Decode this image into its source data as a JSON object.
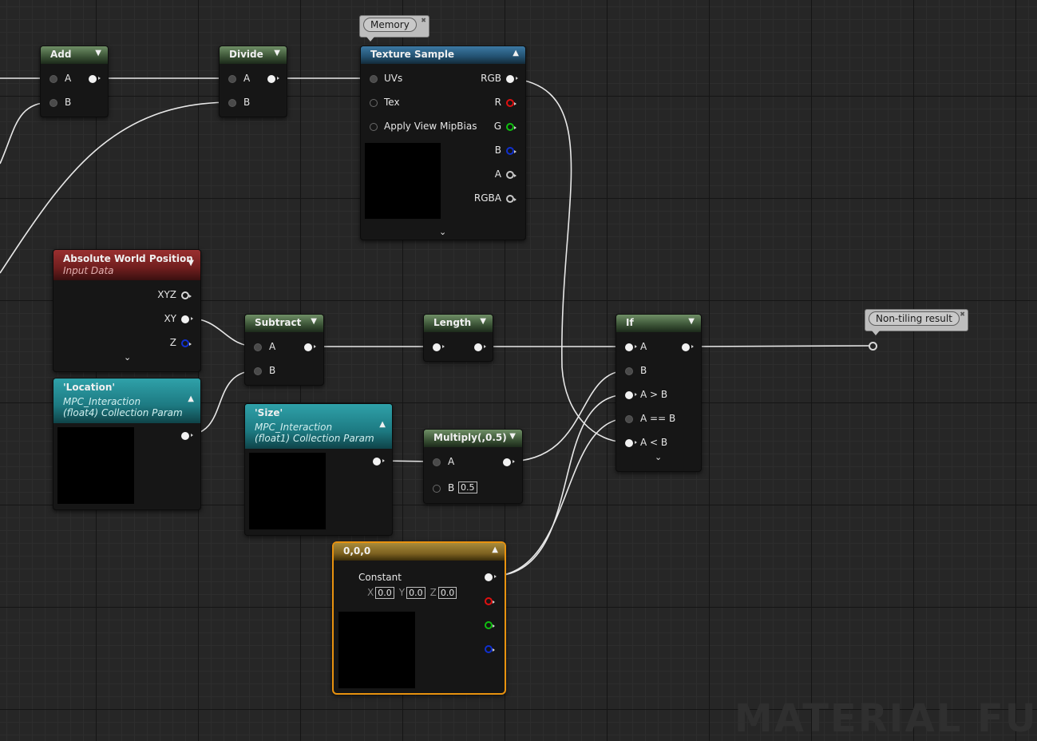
{
  "nodes": {
    "add": {
      "title": "Add",
      "pins": {
        "a": "A",
        "b": "B"
      }
    },
    "divide": {
      "title": "Divide",
      "pins": {
        "a": "A",
        "b": "B"
      }
    },
    "texture_sample": {
      "title": "Texture Sample",
      "comment": "Memory",
      "inputs": [
        "UVs",
        "Tex",
        "Apply View MipBias"
      ],
      "outputs": [
        "RGB",
        "R",
        "G",
        "B",
        "A",
        "RGBA"
      ]
    },
    "abs_world_pos": {
      "title": "Absolute World Position",
      "subtitle": "Input Data",
      "outputs": [
        "XYZ",
        "XY",
        "Z"
      ]
    },
    "location": {
      "title": "'Location'",
      "subtitle1": "MPC_Interaction",
      "subtitle2": "(float4) Collection Param"
    },
    "subtract": {
      "title": "Subtract",
      "pins": {
        "a": "A",
        "b": "B"
      }
    },
    "size": {
      "title": "'Size'",
      "subtitle1": "MPC_Interaction",
      "subtitle2": "(float1) Collection Param"
    },
    "length": {
      "title": "Length"
    },
    "multiply": {
      "title": "Multiply(,0.5)",
      "pin_a": "A",
      "pin_b": "B",
      "b_value": "0.5"
    },
    "if_node": {
      "title": "If",
      "inputs": [
        "A",
        "B",
        "A > B",
        "A == B",
        "A < B"
      ]
    },
    "constant": {
      "title": "0,0,0",
      "label": "Constant",
      "x_label": "X",
      "x_value": "0.0",
      "y_label": "Y",
      "y_value": "0.0",
      "z_label": "Z",
      "z_value": "0.0"
    }
  },
  "result_comment": "Non-tiling result",
  "watermark": "MATERIAL FUN",
  "colors": {
    "wire": "#e8e8e8",
    "pin_r": "#e01010",
    "pin_g": "#10c010",
    "pin_b": "#1030d0",
    "selected_border": "#e8920f"
  }
}
